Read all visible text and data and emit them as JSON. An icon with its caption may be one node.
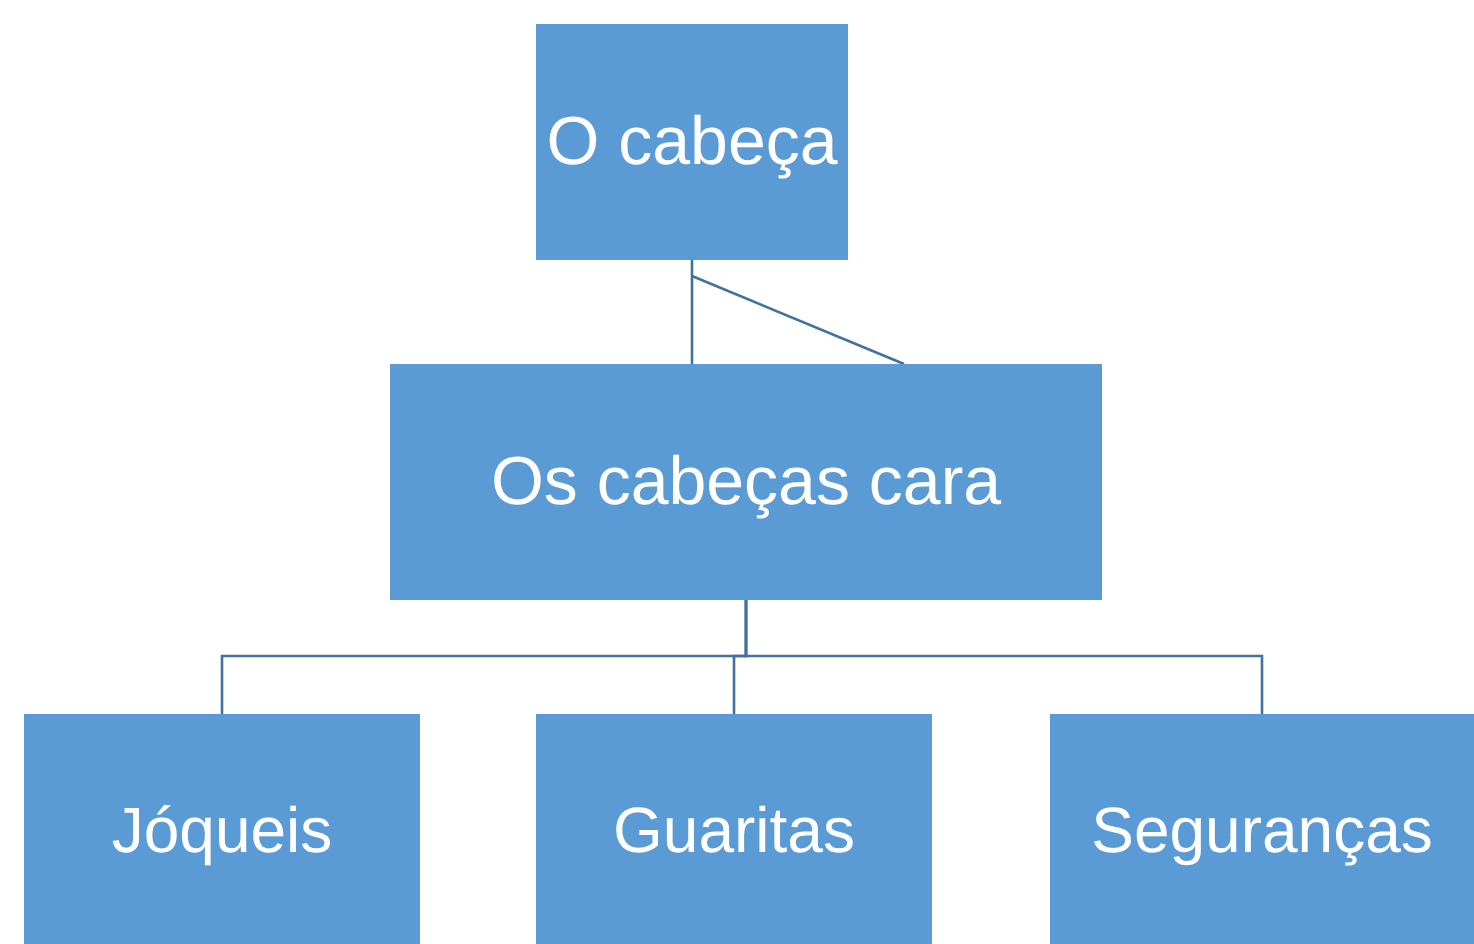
{
  "diagram": {
    "nodes": [
      {
        "text": [
          "O cabeça"
        ]
      },
      {
        "text": [
          "Os cabeças cara"
        ]
      },
      {
        "text": [
          "Jóqueis"
        ]
      },
      {
        "text": [
          "Guaritas"
        ]
      },
      {
        "text": [
          "Seguranças"
        ]
      }
    ],
    "edges": [
      {
        "from": 0,
        "to": 1,
        "arrow": "none"
      },
      {
        "from": 1,
        "to": 2,
        "arrow": "none"
      },
      {
        "from": 1,
        "to": 3,
        "arrow": "none"
      },
      {
        "from": 1,
        "to": 4,
        "arrow": "none"
      }
    ]
  }
}
